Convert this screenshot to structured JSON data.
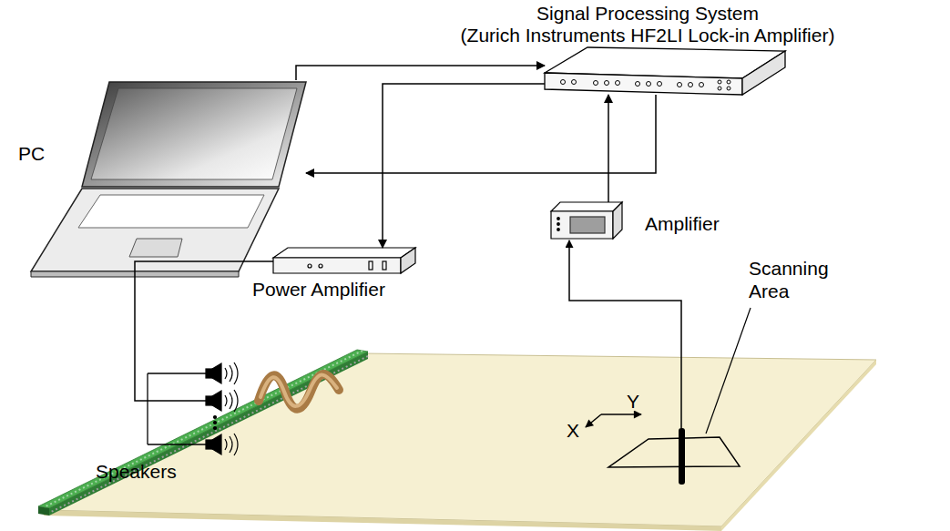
{
  "diagram": {
    "nodes": [
      {
        "text": [
          "Signal Processing System",
          "(Zurich Instruments HF2LI Lock-in Amplifier)"
        ]
      },
      {
        "text": [
          "PC"
        ]
      },
      {
        "text": [
          "Amplifier"
        ]
      },
      {
        "text": [
          "Power Amplifier"
        ]
      },
      {
        "text": [
          "Speakers"
        ]
      }
    ],
    "edges": [
      {
        "from": 1,
        "to": 0,
        "arrow": "to"
      },
      {
        "from": 0,
        "to": 1,
        "arrow": "to"
      },
      {
        "from": 0,
        "to": 3,
        "arrow": "to"
      },
      {
        "from": 2,
        "to": 0,
        "arrow": "to"
      },
      {
        "from": 3,
        "to": 4,
        "arrow": "none"
      }
    ],
    "labels": [
      "Scanning Area",
      "X",
      "Y"
    ]
  }
}
